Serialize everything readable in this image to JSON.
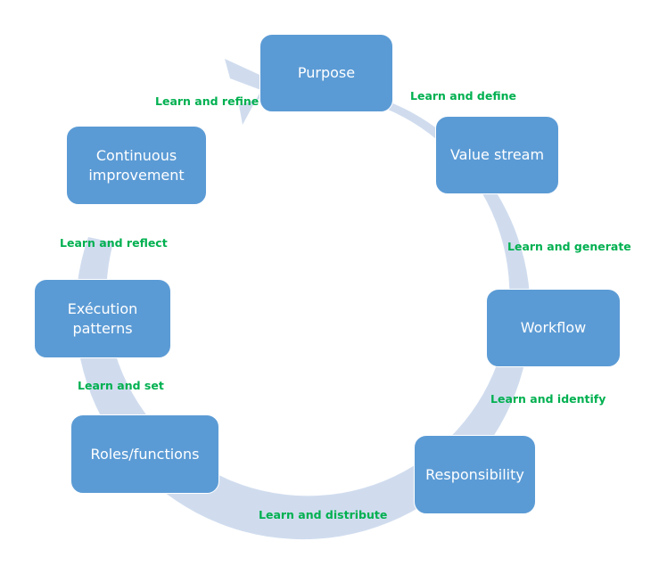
{
  "diagram": {
    "type": "cycle",
    "colors": {
      "box": "#5B9BD5",
      "ring": "#D0DCEE",
      "label": "#00B050",
      "box_text": "#FFFFFF"
    },
    "steps": [
      {
        "id": "purpose",
        "label": "Purpose"
      },
      {
        "id": "value-stream",
        "label": "Value stream"
      },
      {
        "id": "workflow",
        "label": "Workflow"
      },
      {
        "id": "responsibility",
        "label": "Responsibility"
      },
      {
        "id": "roles-functions",
        "label": "Roles/functions"
      },
      {
        "id": "execution-patterns",
        "label": "Exécution patterns"
      },
      {
        "id": "continuous-improvement",
        "label": "Continuous improvement"
      }
    ],
    "transitions": [
      {
        "from": "purpose",
        "to": "value-stream",
        "label": "Learn and define"
      },
      {
        "from": "value-stream",
        "to": "workflow",
        "label": "Learn and generate"
      },
      {
        "from": "workflow",
        "to": "responsibility",
        "label": "Learn and identify"
      },
      {
        "from": "responsibility",
        "to": "roles-functions",
        "label": "Learn and distribute"
      },
      {
        "from": "roles-functions",
        "to": "execution-patterns",
        "label": "Learn and set"
      },
      {
        "from": "execution-patterns",
        "to": "continuous-improvement",
        "label": "Learn and reflect"
      },
      {
        "from": "continuous-improvement",
        "to": "purpose",
        "label": "Learn and refine"
      }
    ]
  }
}
